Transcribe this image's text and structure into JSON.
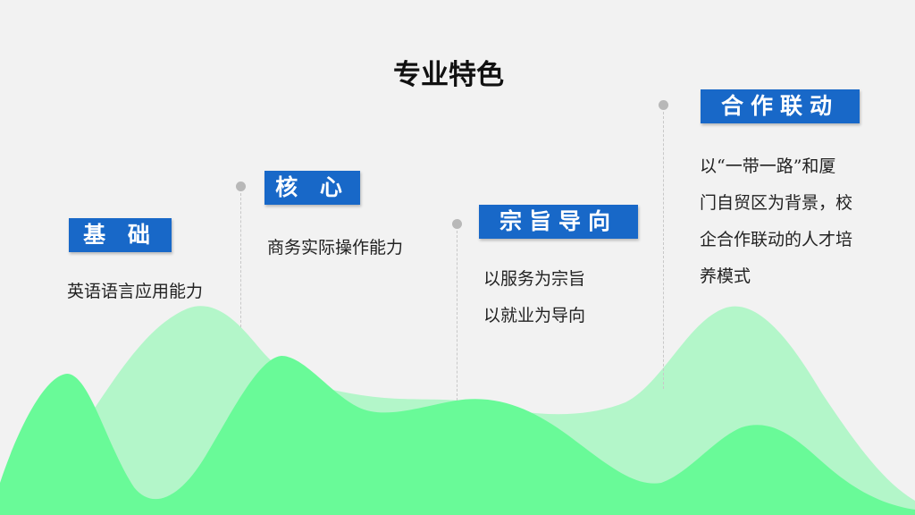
{
  "slide": {
    "title": "专业特色",
    "accent_color": "#1868c8",
    "mountain_colors": [
      "#b3f6c9",
      "#69fa98"
    ],
    "cards": [
      {
        "label": "基 础",
        "lines": [
          "英语语言应用能力"
        ]
      },
      {
        "label": "核 心",
        "lines": [
          "商务实际操作能力"
        ]
      },
      {
        "label": "宗旨导向",
        "lines": [
          "以服务为宗旨",
          "以就业为导向"
        ]
      },
      {
        "label": "合作联动",
        "lines": [
          "以“一带一路”和厦",
          "门自贸区为背景，校",
          "企合作联动的人才培",
          "养模式"
        ]
      }
    ]
  }
}
